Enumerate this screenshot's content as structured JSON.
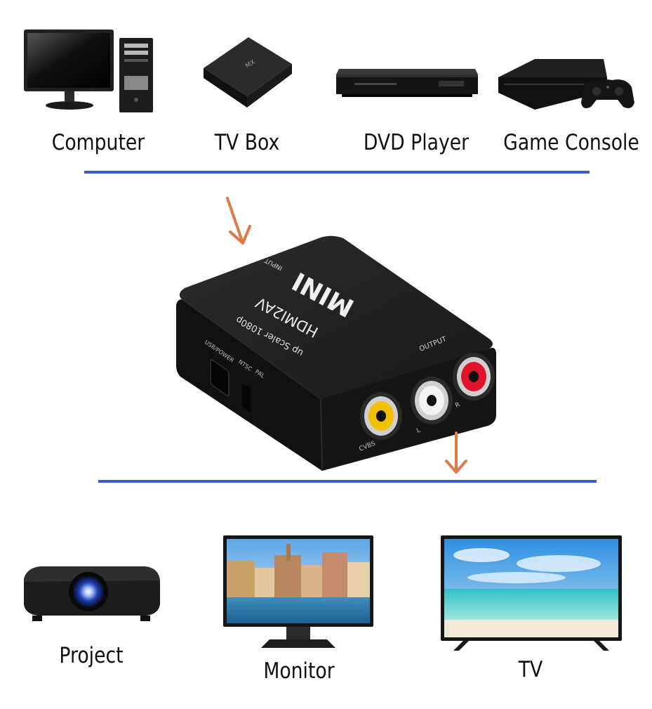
{
  "sources": [
    {
      "label": "Computer",
      "icon": "computer-icon"
    },
    {
      "label": "TV Box",
      "icon": "tv-box-icon"
    },
    {
      "label": "DVD Player",
      "icon": "dvd-player-icon"
    },
    {
      "label": "Game Console",
      "icon": "game-console-icon"
    }
  ],
  "converter": {
    "icon": "hdmi-to-av-converter-icon",
    "brand": "MINI",
    "model": "HDMI2AV",
    "subtitle": "up Scaler 1080p",
    "input_label": "INPUT",
    "output_label": "OUTPUT",
    "power_label": "USB/POWER",
    "ntsc_label": "NTSC",
    "pal_label": "PAL",
    "cvbs_label": "CVBS",
    "left_label": "L",
    "right_label": "R"
  },
  "outputs": [
    {
      "label": "Project",
      "icon": "projector-icon"
    },
    {
      "label": "Monitor",
      "icon": "monitor-icon"
    },
    {
      "label": "TV",
      "icon": "tv-icon"
    }
  ],
  "colors": {
    "divider": "#3a5ec4",
    "arrow": "#e07a4a",
    "device_body": "#1a1a1a",
    "rca_yellow": "#f2c200",
    "rca_white": "#f2f2f2",
    "rca_red": "#e0142a"
  }
}
